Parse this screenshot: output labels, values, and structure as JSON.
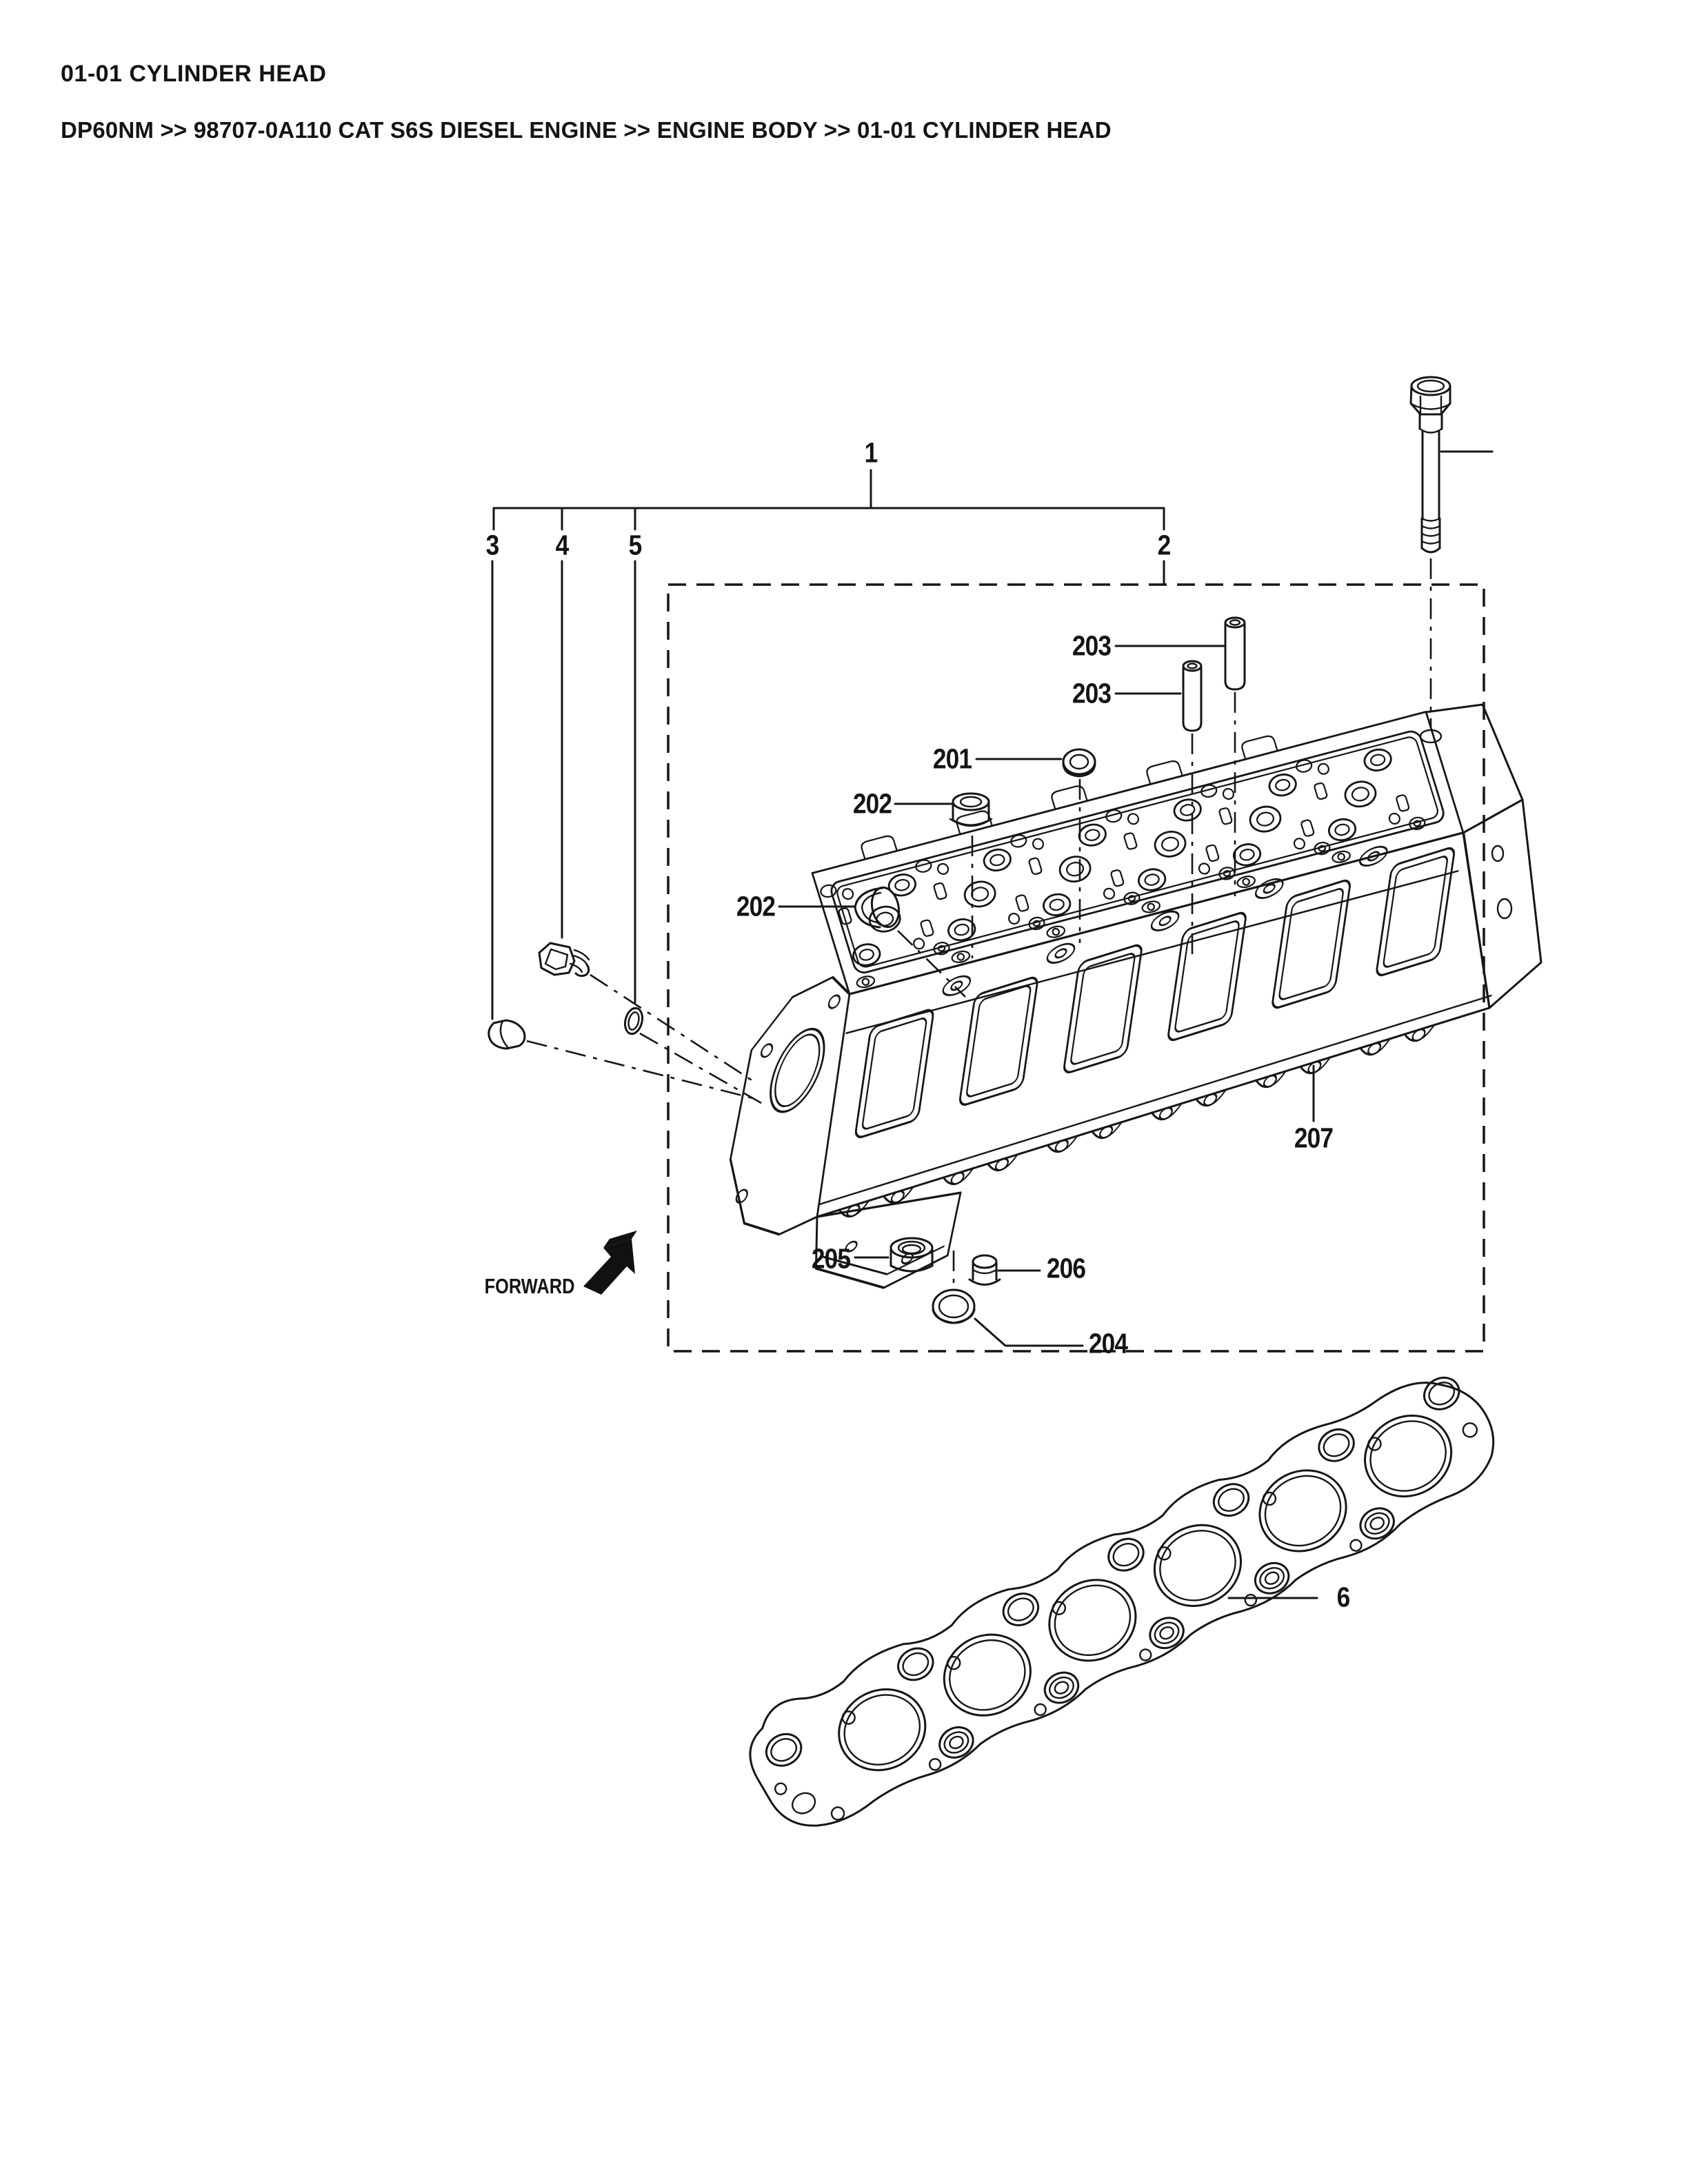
{
  "page": {
    "section_title": "01-01 CYLINDER HEAD",
    "breadcrumb": "DP60NM >> 98707-0A110 CAT S6S DIESEL ENGINE >> ENGINE BODY >> 01-01 CYLINDER HEAD"
  },
  "diagram": {
    "forward_label": "FORWARD",
    "callouts": [
      {
        "ref": "1"
      },
      {
        "ref": "2"
      },
      {
        "ref": "3"
      },
      {
        "ref": "4"
      },
      {
        "ref": "5"
      },
      {
        "ref": "203"
      },
      {
        "ref": "203"
      },
      {
        "ref": "201"
      },
      {
        "ref": "202"
      },
      {
        "ref": "202"
      },
      {
        "ref": "207"
      },
      {
        "ref": "205"
      },
      {
        "ref": "206"
      },
      {
        "ref": "204"
      },
      {
        "ref": "6"
      }
    ]
  }
}
